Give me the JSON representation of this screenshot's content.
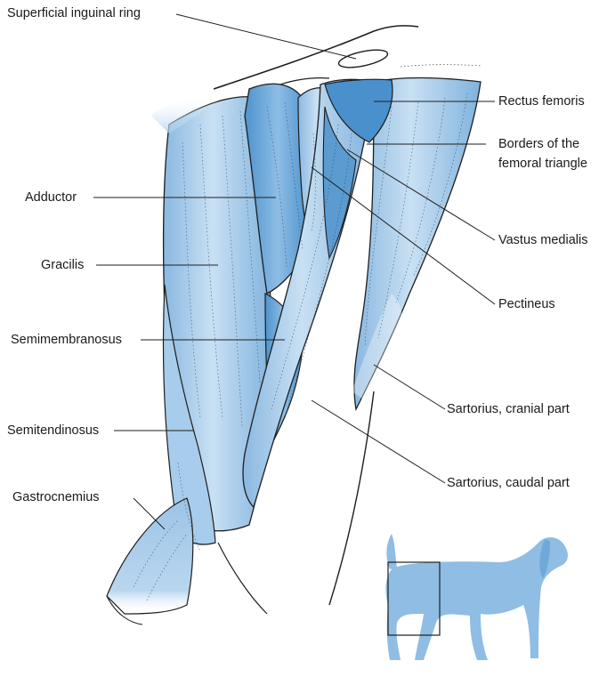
{
  "labels": {
    "superficial_inguinal_ring": "Superficial inguinal ring",
    "rectus_femoris": "Rectus femoris",
    "borders_line1": "Borders of the",
    "borders_line2": "femoral triangle",
    "adductor": "Adductor",
    "gracilis": "Gracilis",
    "vastus_medialis": "Vastus medialis",
    "pectineus": "Pectineus",
    "semimembranosus": "Semimembranosus",
    "sartorius_cranial": "Sartorius, cranial part",
    "semitendinosus": "Semitendinosus",
    "sartorius_caudal": "Sartorius, caudal part",
    "gastrocnemius": "Gastrocnemius"
  },
  "colors": {
    "muscle_light": "#d4e6f5",
    "muscle_mid": "#9cc4e6",
    "muscle_dark": "#5b9bd0",
    "outline": "#1e1e1e",
    "dog": "#8fbde3"
  },
  "icons": {
    "orientation": "dog-silhouette-icon"
  }
}
